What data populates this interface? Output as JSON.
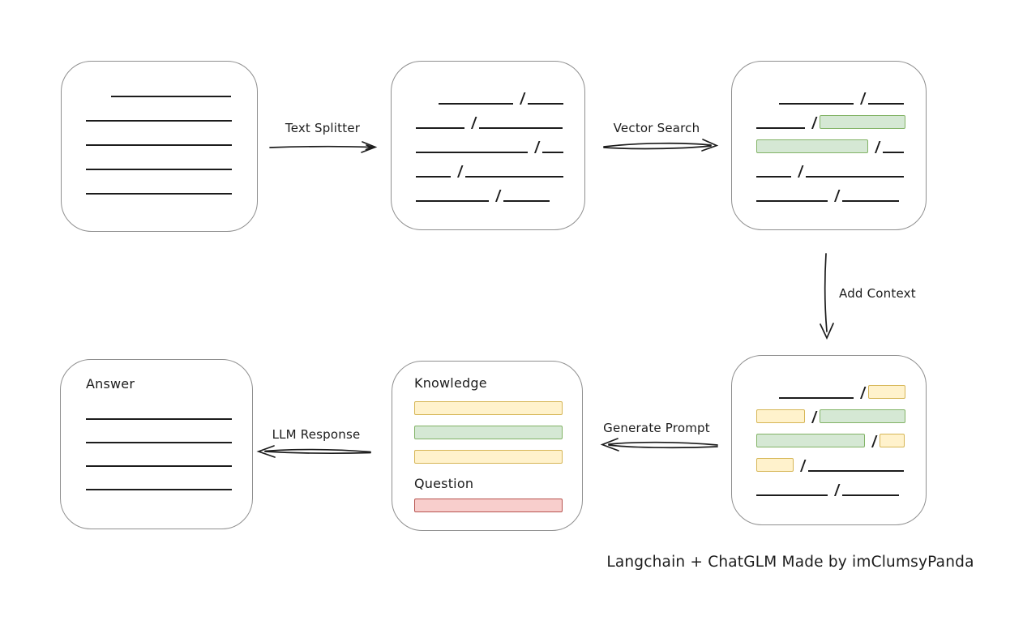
{
  "caption": "Langchain + ChatGLM Made by imClumsyPanda",
  "palette": {
    "ink": "#1c1c1c",
    "node_border": "#8f8f8f",
    "green_fill": "#d5e8d4",
    "green_stroke": "#82b366",
    "yellow_fill": "#fff2cc",
    "yellow_stroke": "#d6b656",
    "red_fill": "#f8cecc",
    "red_stroke": "#b85450"
  },
  "arrows": {
    "text_splitter": {
      "label": "Text Splitter",
      "direction": "right"
    },
    "vector_search": {
      "label": "Vector Search",
      "direction": "right"
    },
    "add_context": {
      "label": "Add Context",
      "direction": "down"
    },
    "generate_prompt": {
      "label": "Generate Prompt",
      "direction": "left"
    },
    "llm_response": {
      "label": "LLM Response",
      "direction": "left"
    }
  },
  "nodes": {
    "source_document": {
      "lines": [
        {
          "indent": 31,
          "w": 148
        },
        {
          "indent": 0,
          "w": 180
        },
        {
          "indent": 0,
          "w": 180
        },
        {
          "indent": 0,
          "w": 180
        },
        {
          "indent": 0,
          "w": 180
        }
      ]
    },
    "split_chunks": {
      "rows": [
        [
          {
            "t": "line",
            "w": 92,
            "indent": 28
          },
          {
            "t": "slash"
          },
          {
            "t": "line",
            "w": 44
          }
        ],
        [
          {
            "t": "line",
            "w": 60
          },
          {
            "t": "slash"
          },
          {
            "t": "line",
            "w": 103
          }
        ],
        [
          {
            "t": "line",
            "w": 138
          },
          {
            "t": "slash"
          },
          {
            "t": "line",
            "w": 26
          }
        ],
        [
          {
            "t": "line",
            "w": 43
          },
          {
            "t": "slash"
          },
          {
            "t": "line",
            "w": 121
          }
        ],
        [
          {
            "t": "line",
            "w": 90
          },
          {
            "t": "slash"
          },
          {
            "t": "line",
            "w": 57
          }
        ]
      ]
    },
    "matched_chunks": {
      "rows": [
        [
          {
            "t": "line",
            "w": 92,
            "indent": 28
          },
          {
            "t": "slash"
          },
          {
            "t": "line",
            "w": 44
          }
        ],
        [
          {
            "t": "line",
            "w": 60
          },
          {
            "t": "slash"
          },
          {
            "t": "box",
            "c": "green",
            "w": 106
          }
        ],
        [
          {
            "t": "box",
            "c": "green",
            "w": 138
          },
          {
            "t": "slash"
          },
          {
            "t": "line",
            "w": 26
          }
        ],
        [
          {
            "t": "line",
            "w": 43
          },
          {
            "t": "slash"
          },
          {
            "t": "line",
            "w": 121
          }
        ],
        [
          {
            "t": "line",
            "w": 88
          },
          {
            "t": "slash"
          },
          {
            "t": "line",
            "w": 70
          }
        ]
      ]
    },
    "context_chunks": {
      "rows": [
        [
          {
            "t": "line",
            "w": 92,
            "indent": 28
          },
          {
            "t": "slash"
          },
          {
            "t": "box",
            "c": "yellow",
            "w": 46
          }
        ],
        [
          {
            "t": "box",
            "c": "yellow",
            "w": 60
          },
          {
            "t": "slash"
          },
          {
            "t": "box",
            "c": "green",
            "w": 106
          }
        ],
        [
          {
            "t": "box",
            "c": "green",
            "w": 134
          },
          {
            "t": "slash"
          },
          {
            "t": "box",
            "c": "yellow",
            "w": 31
          }
        ],
        [
          {
            "t": "box",
            "c": "yellow",
            "w": 46
          },
          {
            "t": "slash"
          },
          {
            "t": "line",
            "w": 118
          }
        ],
        [
          {
            "t": "line",
            "w": 88
          },
          {
            "t": "slash"
          },
          {
            "t": "line",
            "w": 70
          }
        ]
      ]
    },
    "prompt": {
      "knowledge_label": "Knowledge",
      "question_label": "Question",
      "knowledge_bars": [
        {
          "c": "yellow"
        },
        {
          "c": "green"
        },
        {
          "c": "yellow"
        }
      ],
      "question_bars": [
        {
          "c": "red"
        }
      ]
    },
    "answer": {
      "label": "Answer",
      "lines": [
        {
          "indent": 0,
          "w": 180
        },
        {
          "indent": 0,
          "w": 180
        },
        {
          "indent": 0,
          "w": 180
        },
        {
          "indent": 0,
          "w": 180
        }
      ]
    }
  }
}
